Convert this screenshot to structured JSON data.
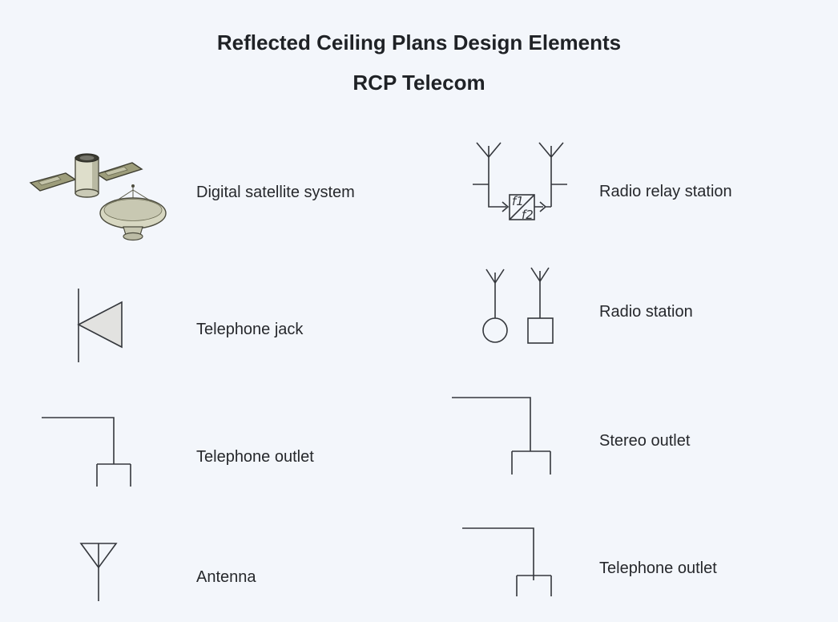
{
  "title": {
    "line1": "Reflected Ceiling Plans Design Elements",
    "line2": "RCP Telecom"
  },
  "items": [
    {
      "id": "digital-satellite-system",
      "label": "Digital satellite system"
    },
    {
      "id": "radio-relay-station",
      "label": "Radio relay station"
    },
    {
      "id": "telephone-jack",
      "label": "Telephone jack"
    },
    {
      "id": "radio-station",
      "label": "Radio station"
    },
    {
      "id": "telephone-outlet-left",
      "label": "Telephone outlet"
    },
    {
      "id": "stereo-outlet",
      "label": "Stereo outlet"
    },
    {
      "id": "antenna",
      "label": "Antenna"
    },
    {
      "id": "telephone-outlet-right",
      "label": "Telephone outlet"
    }
  ],
  "relay_box": {
    "f1": "f1",
    "f2": "f2"
  },
  "colors": {
    "background": "#f3f6fb",
    "text": "#1f2226",
    "symbol_stroke": "#34373c",
    "jack_fill": "#e2e2e0",
    "satellite_panel": "#9d9d7b",
    "satellite_body": "#dedecb",
    "satellite_dish": "#d7d7c1"
  }
}
